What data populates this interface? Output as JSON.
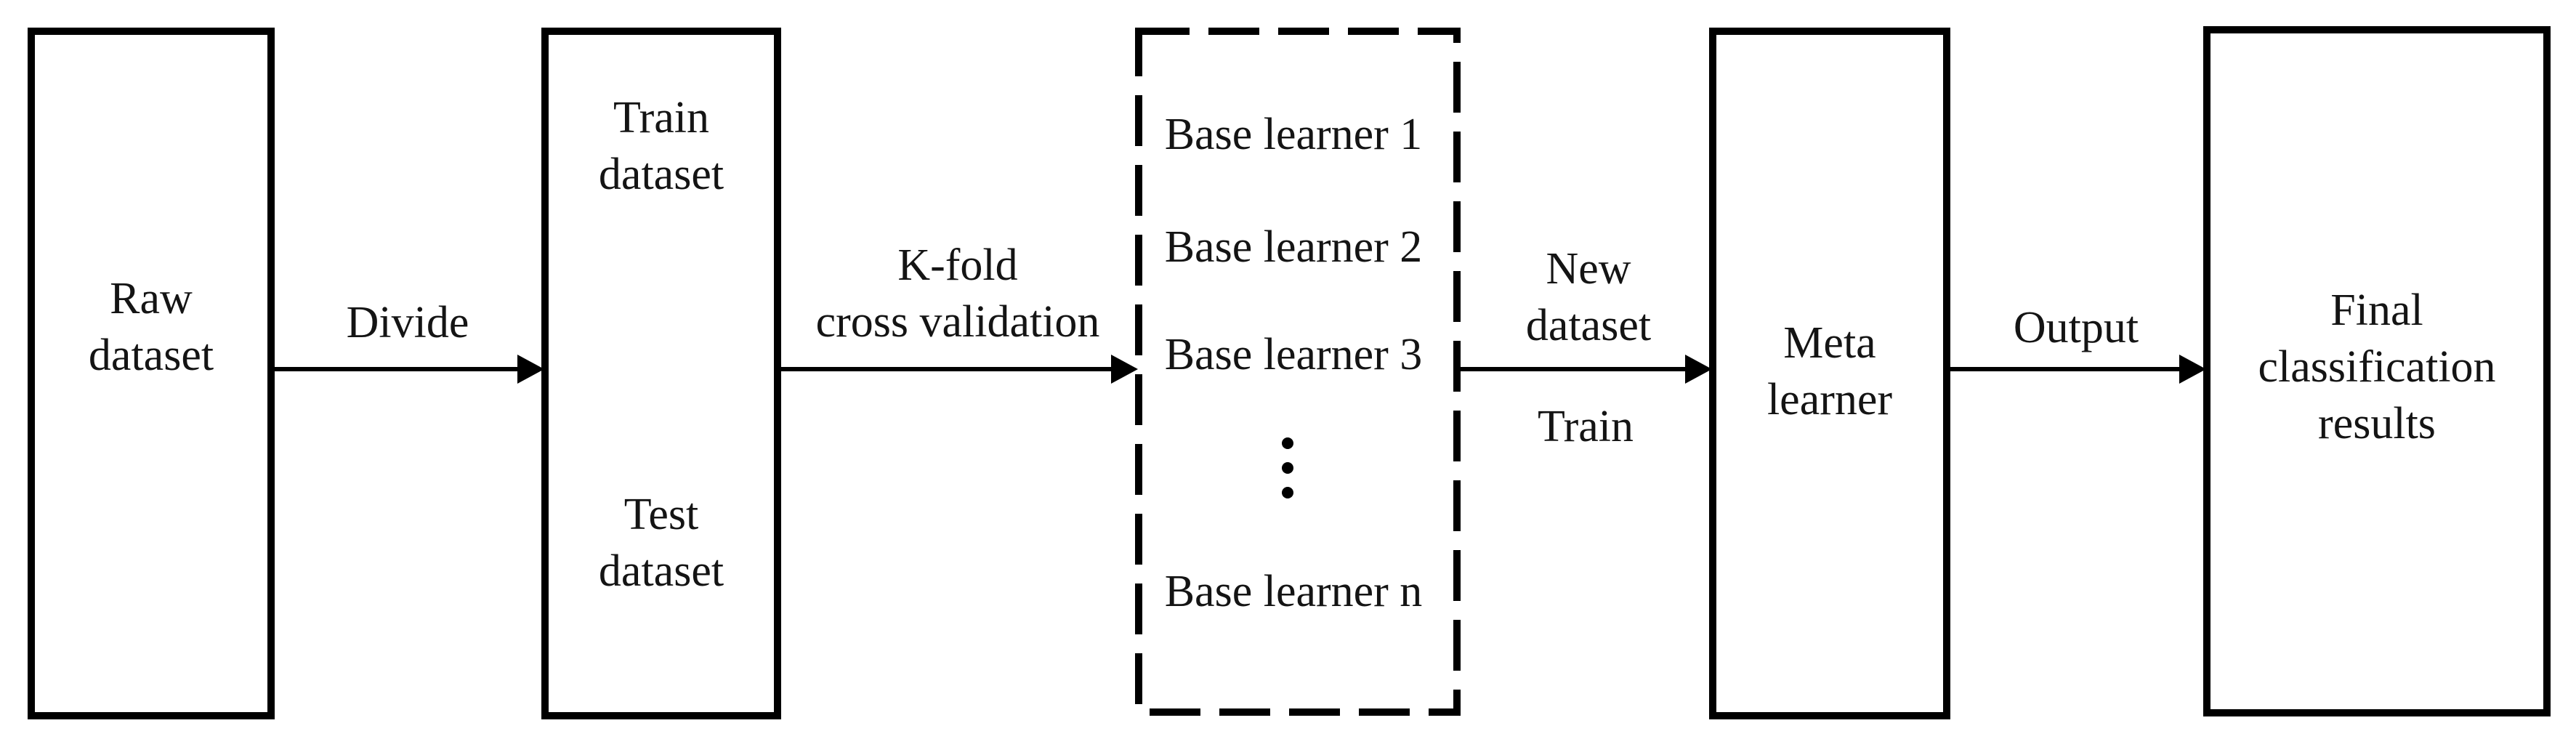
{
  "diagram": {
    "type": "flowchart",
    "description": "Stacking ensemble learning pipeline"
  },
  "colors": {
    "background": "#ffffff",
    "line": "#000000",
    "text": "#141414"
  },
  "nodes": {
    "raw_dataset": {
      "lines": [
        "Raw",
        "dataset"
      ]
    },
    "train_test_dataset": {
      "train_lines": [
        "Train",
        "dataset"
      ],
      "test_lines": [
        "Test",
        "dataset"
      ]
    },
    "base_learners": {
      "items": [
        "Base learner 1",
        "Base learner 2",
        "Base learner 3"
      ],
      "ellipsis": "⋮",
      "last_item": "Base learner n"
    },
    "meta_learner": {
      "lines": [
        "Meta",
        "learner"
      ]
    },
    "final_results": {
      "lines": [
        "Final",
        "classification",
        "results"
      ]
    }
  },
  "arrows": {
    "divide": {
      "label": "Divide"
    },
    "kfold": {
      "lines": [
        "K-fold",
        "cross validation"
      ]
    },
    "new_dataset": {
      "above_lines": [
        "New",
        "dataset"
      ],
      "below_label": "Train"
    },
    "output": {
      "label": "Output"
    }
  }
}
